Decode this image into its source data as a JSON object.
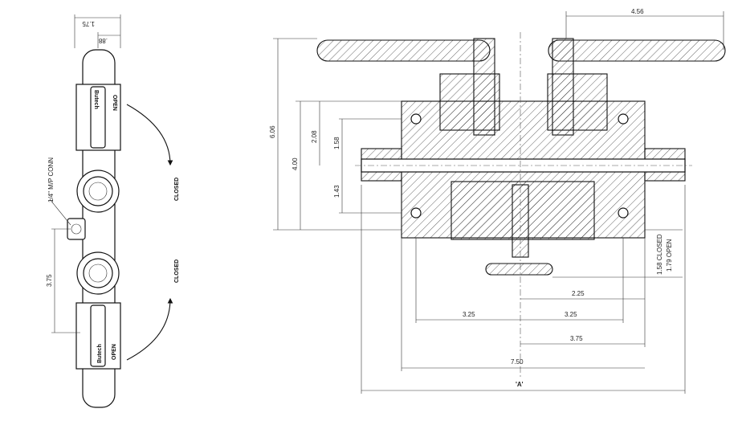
{
  "side_view": {
    "dim_width": "1.75",
    "dim_offset": ".88",
    "dim_spacing": "3.75",
    "conn_label": "1/4\" M/P CONN",
    "brand_top": "Butech",
    "brand_bottom": "Butech",
    "open_top": "OPEN",
    "open_bottom": "OPEN",
    "closed_top": "CLOSED",
    "closed_bottom": "CLOSED"
  },
  "front_view": {
    "dim_handle": "4.56",
    "dim_height_total": "6.06",
    "dim_height_body": "4.00",
    "dim_upper": "2.08",
    "dim_upper_inner": "1.58",
    "dim_lower": "1.43",
    "dim_stem_closed": "1.58 CLOSED",
    "dim_stem_open": "1.79 OPEN",
    "dim_center_right": "2.25",
    "dim_left_half": "3.25",
    "dim_right_half": "3.25",
    "dim_right_outer": "3.75",
    "dim_overall_body": "7.50",
    "dim_overall_a": "'A'"
  },
  "colors": {
    "ink": "#111111",
    "paper": "#ffffff"
  }
}
